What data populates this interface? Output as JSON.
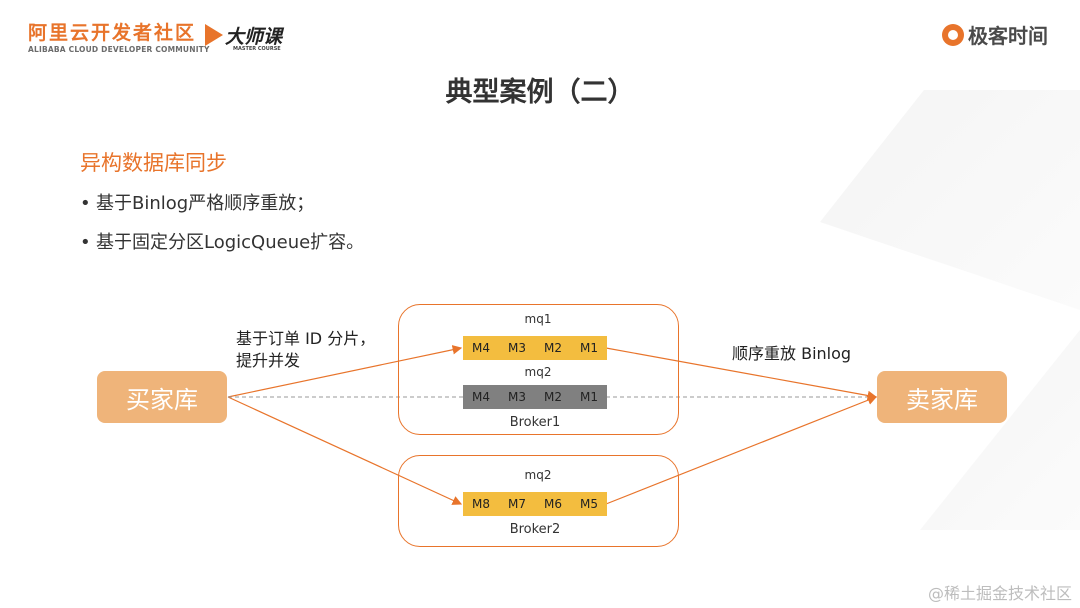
{
  "header": {
    "brand_cn": "阿里云开发者社区",
    "brand_en": "ALIBABA CLOUD DEVELOPER COMMUNITY",
    "master_cn": "大师课",
    "master_en": "MASTER COURSE",
    "geek": "极客时间"
  },
  "slide": {
    "title": "典型案例（二）",
    "subtitle": "异构数据库同步",
    "bullets": [
      "基于Binlog严格顺序重放；",
      "基于固定分区LogicQueue扩容。"
    ]
  },
  "diagram": {
    "source_db": "买家库",
    "target_db": "卖家库",
    "shard_note_line1": "基于订单 ID 分片，",
    "shard_note_line2": "提升并发",
    "replay_note": "顺序重放 Binlog",
    "broker1": {
      "name": "Broker1",
      "queues": [
        {
          "name": "mq1",
          "messages": [
            "M4",
            "M3",
            "M2",
            "M1"
          ],
          "color": "#f3bd3f"
        },
        {
          "name": "mq2",
          "messages": [
            "M4",
            "M3",
            "M2",
            "M1"
          ],
          "color": "#808080"
        }
      ]
    },
    "broker2": {
      "name": "Broker2",
      "queues": [
        {
          "name": "mq2",
          "messages": [
            "M8",
            "M7",
            "M6",
            "M5"
          ],
          "color": "#f3bd3f"
        }
      ]
    }
  },
  "watermark": "@稀土掘金技术社区",
  "colors": {
    "accent": "#e8742b",
    "db_fill": "#efb47a",
    "queue_active": "#f3bd3f",
    "queue_inactive": "#808080"
  }
}
